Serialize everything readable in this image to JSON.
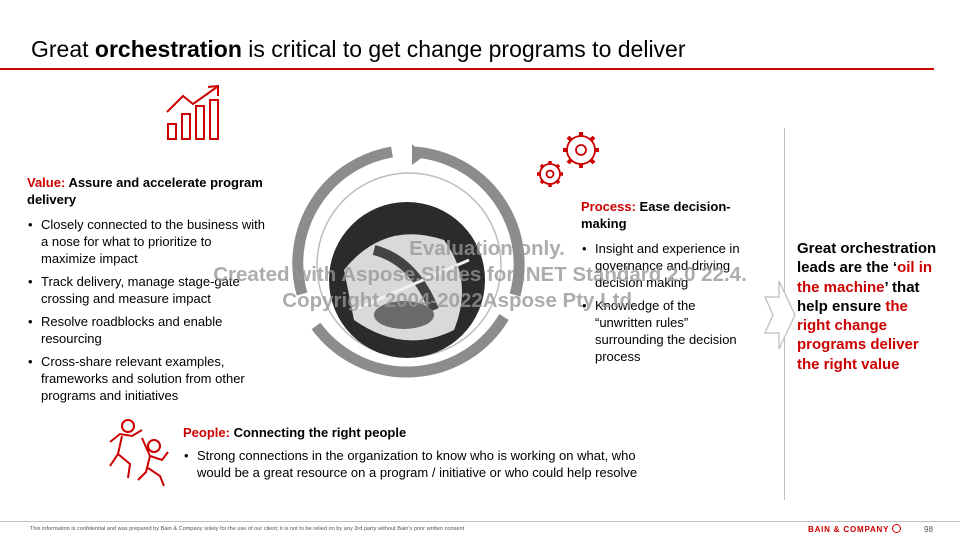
{
  "slide": {
    "title_pre": "Great ",
    "title_bold": "orchestration",
    "title_post": " is critical to get change programs to deliver",
    "page_number": "98"
  },
  "value": {
    "label": "Value:",
    "heading": "Assure and accelerate program delivery",
    "bullets": [
      "Closely connected to the business with a nose for what to prioritize to maximize impact",
      "Track delivery, manage stage-gate crossing and measure impact",
      "Resolve roadblocks and enable resourcing",
      "Cross-share relevant examples, frameworks and solution from other programs and initiatives"
    ]
  },
  "process": {
    "label": "Process:",
    "heading": "Ease decision-making",
    "bullets": [
      "Insight and experience in governance and driving decision making",
      "Knowledge of the “unwritten rules” surrounding the decision process"
    ]
  },
  "people": {
    "label": "People:",
    "heading": "Connecting the right people",
    "bullets": [
      "Strong connections in the organization to know who is working on what, who would be a great resource on a program / initiative or who could help resolve"
    ]
  },
  "summary": {
    "part1": "Great orchestration leads are the ‘",
    "part2": "oil in the machine",
    "part3": "’ that help ensure ",
    "part4": "the right change programs deliver the right value"
  },
  "footer": {
    "disclaimer": "This information is confidential and was prepared by Bain & Company solely for the use of our client; it is not to be relied on by any 3rd party without Bain's prior written consent",
    "brand": "BAIN & COMPANY"
  },
  "watermark": {
    "line1": "Evaluation only.",
    "line2": "Created with Aspose.Slides for .NET Standard 2.0 22.4.",
    "line3": "Copyright 2004-2022Aspose Pty Ltd."
  },
  "icons": [
    "growth-chart-icon",
    "gears-icon",
    "people-climbing-icon",
    "violin-photo",
    "cycle-arrows-icon",
    "chevron-right-arrow-icon"
  ],
  "colors": {
    "accent": "#cc0000",
    "ring": "#808080"
  }
}
